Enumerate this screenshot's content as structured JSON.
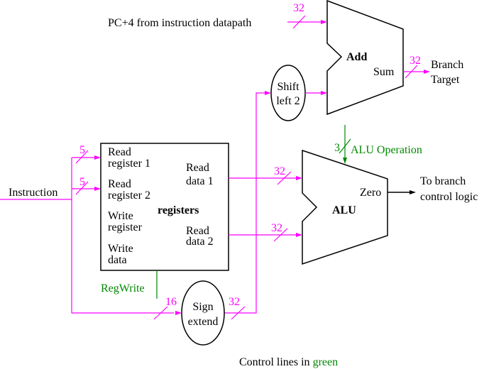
{
  "colors": {
    "data_path": "#ff00ff",
    "control": "#008800",
    "outline": "#000000",
    "background": "#ffffff"
  },
  "adder": {
    "title": "Add",
    "output_port": "Sum",
    "input_label": "PC+4 from instruction datapath",
    "input_width": "32",
    "output_width": "32",
    "output_label_line1": "Branch",
    "output_label_line2": "Target"
  },
  "shift": {
    "line1": "Shift",
    "line2": "left 2"
  },
  "registers": {
    "title": "registers",
    "ports_in": [
      {
        "line1": "Read",
        "line2": "register 1",
        "width": "5"
      },
      {
        "line1": "Read",
        "line2": "register 2",
        "width": "5"
      },
      {
        "line1": "Write",
        "line2": "register"
      },
      {
        "line1": "Write",
        "line2": "data"
      }
    ],
    "ports_out": [
      {
        "line1": "Read",
        "line2": "data 1",
        "width": "32"
      },
      {
        "line1": "Read",
        "line2": "data 2",
        "width": "32"
      }
    ],
    "control": "RegWrite"
  },
  "instruction": {
    "label": "Instruction"
  },
  "sign_extend": {
    "line1": "Sign",
    "line2": "extend",
    "input_width": "16",
    "output_width": "32"
  },
  "alu": {
    "title": "ALU",
    "output_port": "Zero",
    "control_label": "ALU Operation",
    "control_width": "3",
    "output_label_line1": "To branch",
    "output_label_line2": "control logic"
  },
  "legend": {
    "prefix": "Control lines in ",
    "highlight": "green"
  }
}
